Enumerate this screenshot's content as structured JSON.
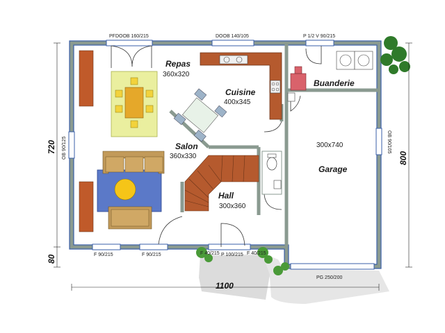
{
  "rooms": {
    "repas": {
      "name": "Repas",
      "dim": "360x320"
    },
    "cuisine": {
      "name": "Cuisine",
      "dim": "400x345"
    },
    "salon": {
      "name": "Salon",
      "dim": "360x330"
    },
    "hall": {
      "name": "Hall",
      "dim": "300x360"
    },
    "buanderie": {
      "name": "Buanderie"
    },
    "garage": {
      "name": "Garage",
      "dim": "300x740"
    }
  },
  "openings": {
    "pfdoob": "PFDOOB 160/215",
    "doob": "DOOB 140/105",
    "p12v": "P 1/2 V 90/215",
    "ob_left": "OB 90/125",
    "ob_right": "OB 90/105",
    "f_left": "F 90/215",
    "f_mid": "F 90/215",
    "f40_left": "F 40/215",
    "p_entry": "P 100/215",
    "f40_right": "F 40/215",
    "pg": "PG 250/200"
  },
  "dimensions": {
    "left_upper": "720",
    "left_lower": "80",
    "bottom": "1100",
    "right": "800"
  }
}
